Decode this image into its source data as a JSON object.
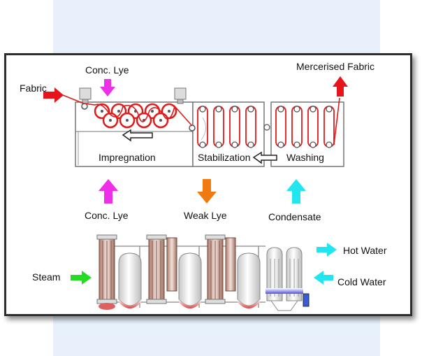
{
  "labels": {
    "fabric": "Fabric",
    "conc_lye_top": "Conc. Lye",
    "mercerised_fabric": "Mercerised Fabric",
    "impregnation": "Impregnation",
    "stabilization": "Stabilization",
    "washing": "Washing",
    "conc_lye_bottom": "Conc. Lye",
    "weak_lye": "Weak Lye",
    "condensate": "Condensate",
    "steam": "Steam",
    "hot_water": "Hot Water",
    "cold_water": "Cold Water"
  },
  "colors": {
    "fabric_arrow": "#e8141c",
    "conc_lye": "#ee2ee8",
    "weak_lye": "#f07a10",
    "condensate": "#22e6ef",
    "steam": "#22dd22",
    "hot_water": "#22e6ef",
    "cold_water": "#22e6ef",
    "roller": "#e01b1b"
  }
}
